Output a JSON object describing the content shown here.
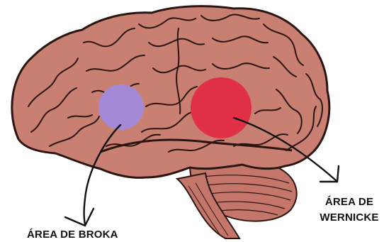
{
  "labels": {
    "broka": "ÁREA DE BROKA",
    "wernicke_line1": "ÁREA DE",
    "wernicke_line2": "WERNICKE"
  },
  "colors": {
    "brain_fill": "#c97f72",
    "brain_stroke": "#2a1512",
    "broka_area": "#a48ad6",
    "wernicke_area": "#df3046",
    "arrow": "#111111"
  },
  "icons": {
    "brain": "brain-illustration"
  }
}
